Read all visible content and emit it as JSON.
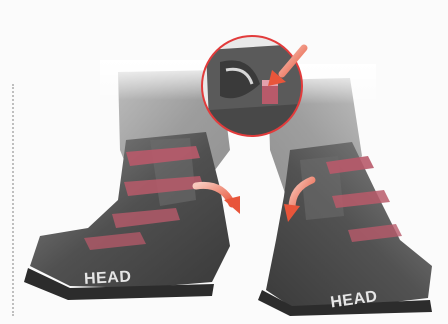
{
  "illustration": {
    "subject": "ski-boots-pair",
    "left_boot_brand": "HEAD",
    "right_boot_brand": "HEAD",
    "colors": {
      "boot_shell": "#4a4a4a",
      "boot_shell_light": "#7a7a7a",
      "accent_red": "#d23a3a",
      "arrow_red": "#e8553a",
      "arrow_red_light": "#f3b2a4",
      "zoom_ring": "#e23b3b",
      "buckle": "#b85a6a"
    },
    "icons": [
      "callout-zoom-circle",
      "pointing-arrow-icon",
      "rotate-arrow-left-icon",
      "rotate-arrow-right-icon"
    ]
  }
}
